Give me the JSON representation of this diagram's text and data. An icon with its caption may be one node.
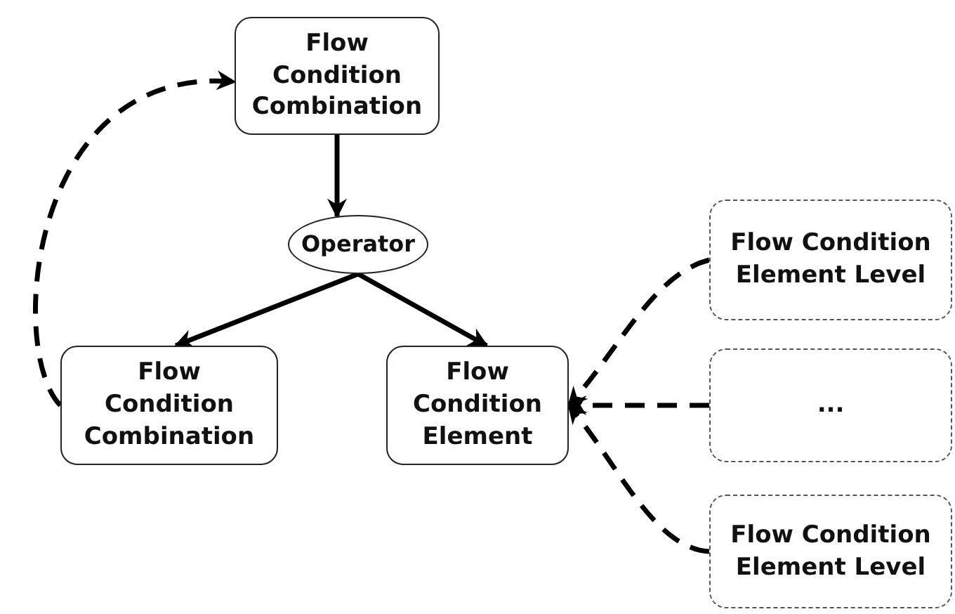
{
  "diagram": {
    "nodes": [
      {
        "text": [
          "Flow Condition Combination"
        ]
      },
      {
        "text": [
          "Operator"
        ]
      },
      {
        "text": [
          "Flow Condition Combination"
        ]
      },
      {
        "text": [
          "Flow Condition Element"
        ]
      },
      {
        "text": [
          "Flow Condition Element Level"
        ]
      },
      {
        "text": [
          "..."
        ]
      },
      {
        "text": [
          "Flow Condition Element Level"
        ]
      }
    ],
    "edges": [
      {
        "from": 0,
        "to": 1,
        "arrow": "to"
      },
      {
        "from": 1,
        "to": 2,
        "arrow": "to"
      },
      {
        "from": 1,
        "to": 3,
        "arrow": "to"
      },
      {
        "from": 2,
        "to": 0,
        "arrow": "to",
        "style": "dashed"
      },
      {
        "from": 4,
        "to": 3,
        "arrow": "to",
        "style": "dashed"
      },
      {
        "from": 5,
        "to": 3,
        "arrow": "to",
        "style": "dashed"
      },
      {
        "from": 6,
        "to": 3,
        "arrow": "to",
        "style": "dashed"
      }
    ]
  }
}
